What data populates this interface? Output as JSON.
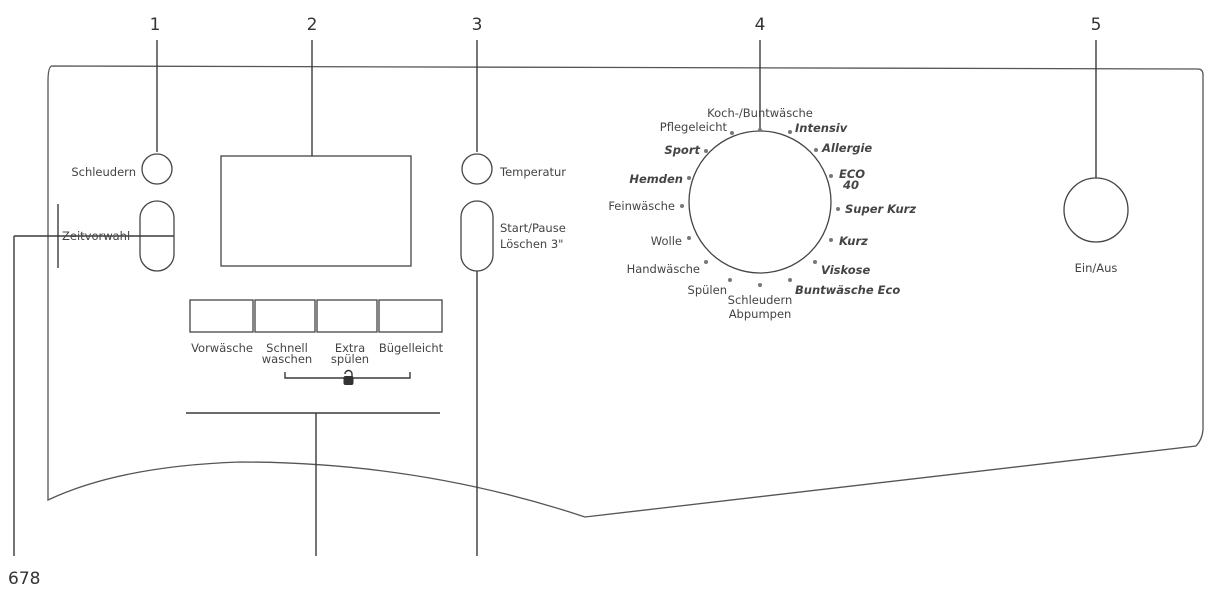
{
  "callouts": {
    "c1": "1",
    "c2": "2",
    "c3": "3",
    "c4": "4",
    "c5": "5",
    "bottom_left": "678"
  },
  "controls": {
    "spin_label": "Schleudern",
    "timer_label": "Zeitvorwahl",
    "temperature_label": "Temperatur",
    "start_pause_line1": "Start/Pause",
    "start_pause_line2": "Löschen 3\"",
    "power_label": "Ein/Aus"
  },
  "option_buttons": [
    {
      "label": "Vorwäsche"
    },
    {
      "label_line1": "Schnell",
      "label_line2": "waschen"
    },
    {
      "label_line1": "Extra",
      "label_line2": "spülen"
    },
    {
      "label": "Bügelleicht"
    }
  ],
  "programs": [
    {
      "label": "Koch-/Buntwäsche",
      "bold": false
    },
    {
      "label": "Intensiv",
      "bold": true
    },
    {
      "label": "Allergie",
      "bold": true
    },
    {
      "label": "ECO",
      "label2": "40",
      "bold": true
    },
    {
      "label": "Super Kurz",
      "bold": true
    },
    {
      "label": "Kurz",
      "bold": true
    },
    {
      "label": "Viskose",
      "bold": true
    },
    {
      "label": "Buntwäsche Eco",
      "bold": true
    },
    {
      "label": "Schleudern",
      "label2": "Abpumpen",
      "bold": false
    },
    {
      "label": "Spülen",
      "bold": false
    },
    {
      "label": "Handwäsche",
      "bold": false
    },
    {
      "label": "Wolle",
      "bold": false
    },
    {
      "label": "Feinwäsche",
      "bold": false
    },
    {
      "label": "Hemden",
      "bold": true
    },
    {
      "label": "Sport",
      "bold": true
    },
    {
      "label": "Pflegeleicht",
      "bold": false
    }
  ],
  "lock_icon": "lock-icon"
}
